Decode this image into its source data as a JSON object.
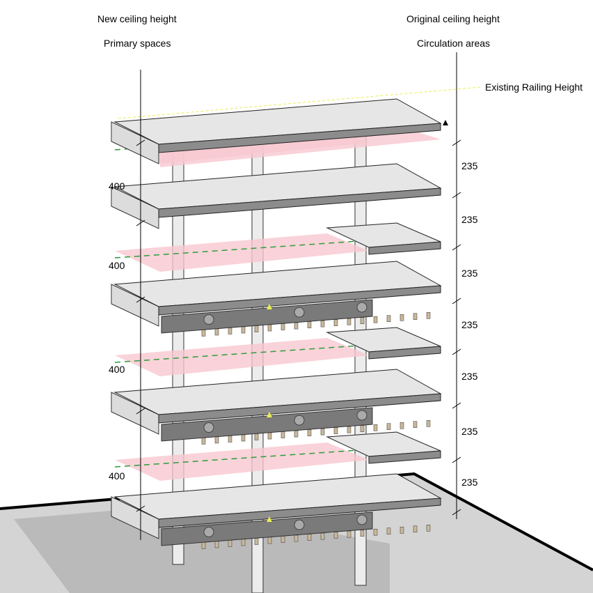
{
  "labels": {
    "new_ceiling": "New ceiling height",
    "primary": "Primary spaces",
    "original_ceiling": "Original ceiling height",
    "circulation": "Circulation areas",
    "railing": "Existing Railing Height"
  },
  "left_dimensions": [
    "400",
    "400",
    "400",
    "400"
  ],
  "right_dimensions": [
    "235",
    "235",
    "235",
    "235",
    "235",
    "235",
    "235"
  ],
  "colors": {
    "slab_top": "#e6e6e6",
    "slab_edge": "#8c8c8c",
    "pink_plane": "#f8c8cf",
    "green_dash": "#2a9d3a",
    "yellow": "#e8ee50",
    "ground": "#d4d4d4"
  }
}
